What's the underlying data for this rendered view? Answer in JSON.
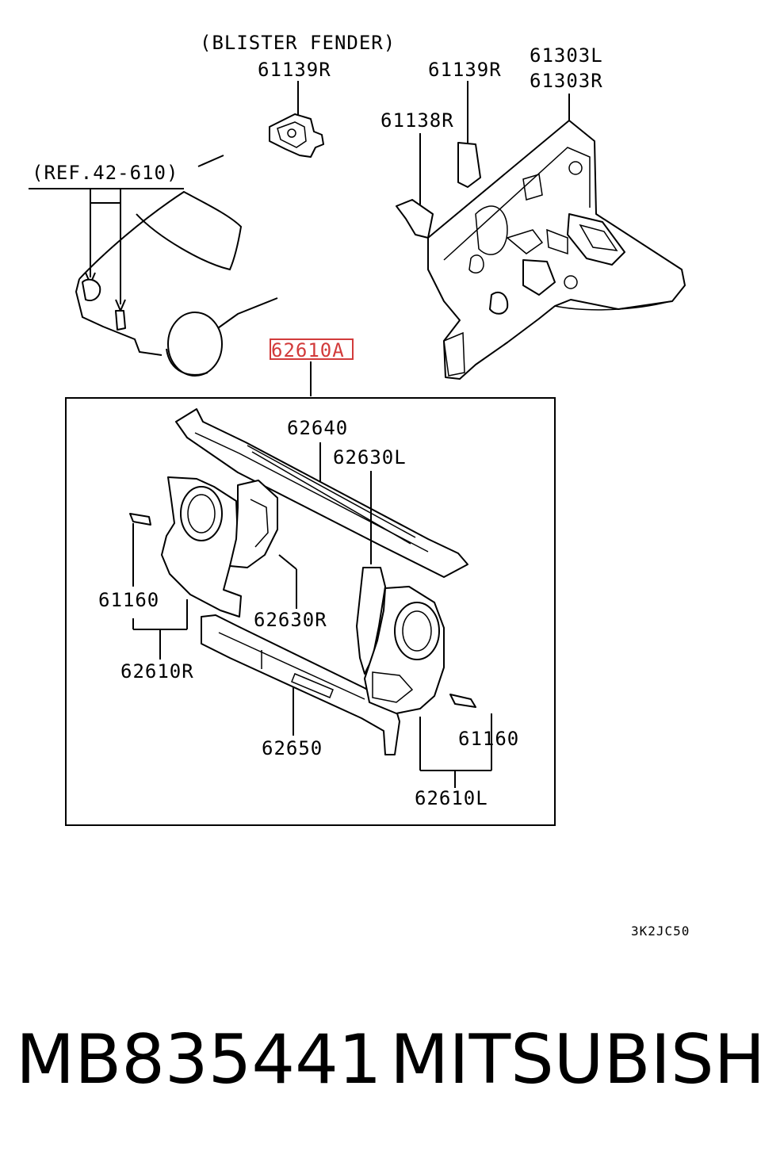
{
  "labels": {
    "blister_fender": "(BLISTER FENDER)",
    "ref": "(REF.42-610)",
    "p61139R_left": "61139R",
    "p61139R_right": "61139R",
    "p61138R": "61138R",
    "p61303L": "61303L",
    "p61303R": "61303R",
    "p62610A": "62610A",
    "p62640": "62640",
    "p62630L": "62630L",
    "p61160_left": "61160",
    "p62630R": "62630R",
    "p62610R": "62610R",
    "p62650": "62650",
    "p61160_right": "61160",
    "p62610L": "62610L"
  },
  "diagram_code": "3K2JC50",
  "part_number": "MB835441",
  "brand": "MITSUBISHI",
  "colors": {
    "highlight": "#d23b3b",
    "line": "#000000"
  }
}
